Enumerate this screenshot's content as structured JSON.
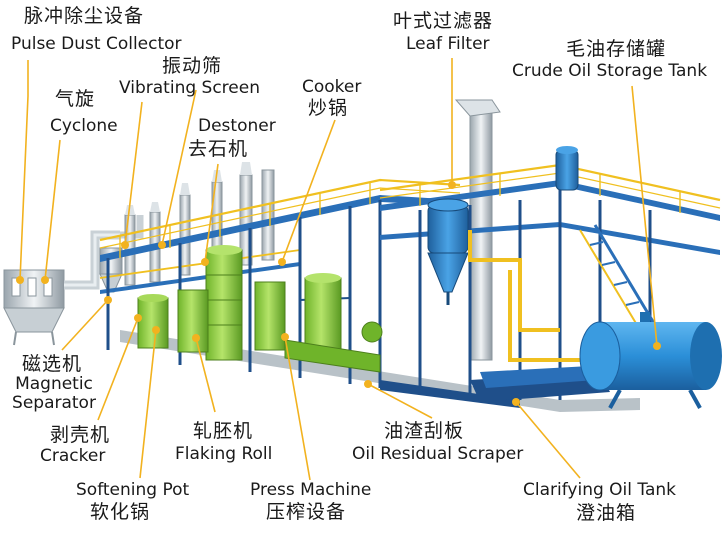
{
  "labels": {
    "pulse_dust_collector": {
      "cn": "脉冲除尘设备",
      "en": "Pulse Dust Collector"
    },
    "cyclone": {
      "cn": "气旋",
      "en": "Cyclone"
    },
    "vibrating_screen": {
      "cn": "振动筛",
      "en": "Vibrating Screen"
    },
    "destoner": {
      "en": "Destoner",
      "cn": "去石机"
    },
    "cooker": {
      "en": "Cooker",
      "cn": "炒锅"
    },
    "leaf_filter": {
      "cn": "叶式过滤器",
      "en": "Leaf Filter"
    },
    "crude_oil_storage_tank": {
      "cn": "毛油存储罐",
      "en": "Crude Oil Storage Tank"
    },
    "magnetic_separator": {
      "cn": "磁选机",
      "en": "Magnetic",
      "en2": "Separator"
    },
    "cracker": {
      "cn": "剥壳机",
      "en": "Cracker"
    },
    "flaking_roll": {
      "cn": "轧胚机",
      "en": "Flaking Roll"
    },
    "oil_residual_scraper": {
      "cn": "油渣刮板",
      "en": "Oil Residual Scraper"
    },
    "softening_pot": {
      "en": "Softening Pot",
      "cn": "软化锅"
    },
    "press_machine": {
      "en": "Press Machine",
      "cn": "压榨设备"
    },
    "clarifying_oil_tank": {
      "en": "Clarifying Oil Tank",
      "cn": "澄油箱"
    }
  },
  "colors": {
    "leader": "#f2b21f",
    "frame_blue": "#2a6fb8",
    "railing_yellow": "#f0c020",
    "tank_blue": "#2b8fd8",
    "machine_green": "#8fcf3a",
    "steel_gray": "#c9d1d6"
  }
}
